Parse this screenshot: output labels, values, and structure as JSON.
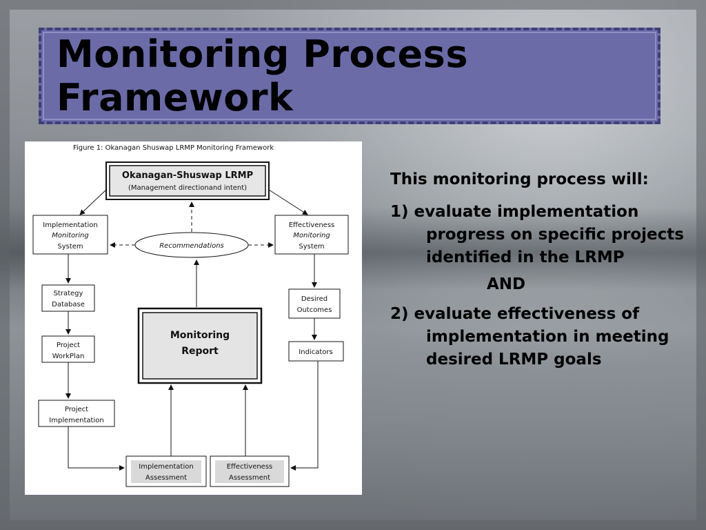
{
  "slide": {
    "title": "Monitoring Process Framework"
  },
  "figure": {
    "caption": "Figure 1: Okanagan Shuswap LRMP Monitoring Framework",
    "top_box": {
      "line1": "Okanagan-Shuswap LRMP",
      "line2": "(Management directionand intent)"
    },
    "impl_monitoring": [
      "Implementation",
      "Monitoring",
      "System"
    ],
    "eff_monitoring": [
      "Effectiveness",
      "Monitoring",
      "System"
    ],
    "recommendations": "Recommendations",
    "strategy_db": [
      "Strategy",
      "Database"
    ],
    "project_workplan": [
      "Project",
      "WorkPlan"
    ],
    "project_impl": [
      "Project",
      "Implementation"
    ],
    "monitoring_report": [
      "Monitoring",
      "Report"
    ],
    "desired_outcomes": [
      "Desired",
      "Outcomes"
    ],
    "indicators": "Indicators",
    "impl_assessment": [
      "Implementation",
      "Assessment"
    ],
    "eff_assessment": [
      "Effectiveness",
      "Assessment"
    ]
  },
  "text": {
    "intro": "This monitoring process will:",
    "item1": "1) evaluate implementation progress on specific projects identified in the LRMP",
    "and": "AND",
    "item2": "2) evaluate effectiveness of implementation in meeting desired LRMP goals"
  }
}
